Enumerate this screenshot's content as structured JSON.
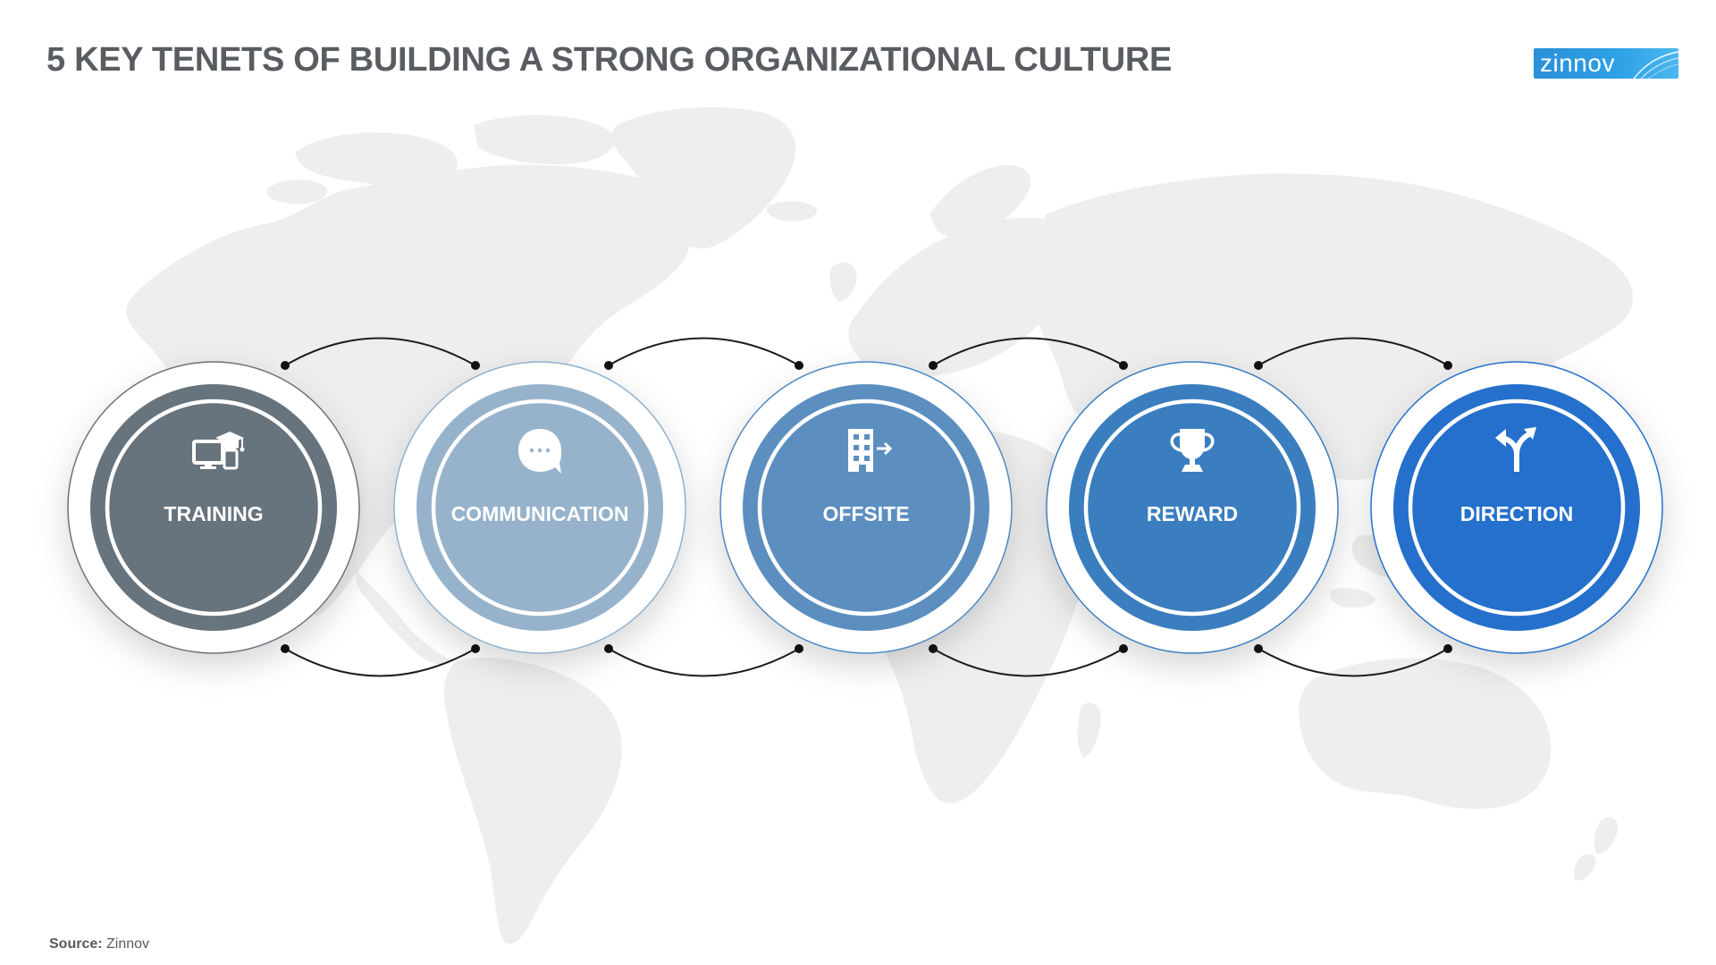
{
  "title": "5 KEY TENETS OF BUILDING A STRONG ORGANIZATIONAL CULTURE",
  "logo": {
    "text": "zinnov"
  },
  "source": {
    "label": "Source:",
    "value": "Zinnov"
  },
  "tenets": [
    {
      "label": "TRAINING",
      "icon": "online-learning-icon",
      "color": "#67737d",
      "ring_color": "#67737d"
    },
    {
      "label": "COMMUNICATION",
      "icon": "chat-bubble-icon",
      "color": "#97b3cb",
      "ring_color": "#8eb0cf"
    },
    {
      "label": "OFFSITE",
      "icon": "building-exit-icon",
      "color": "#5c8fc0",
      "ring_color": "#4f88c2"
    },
    {
      "label": "REWARD",
      "icon": "trophy-icon",
      "color": "#3a7ebf",
      "ring_color": "#3a7ebf"
    },
    {
      "label": "DIRECTION",
      "icon": "split-arrow-icon",
      "color": "#2470cc",
      "ring_color": "#2470cc"
    }
  ]
}
